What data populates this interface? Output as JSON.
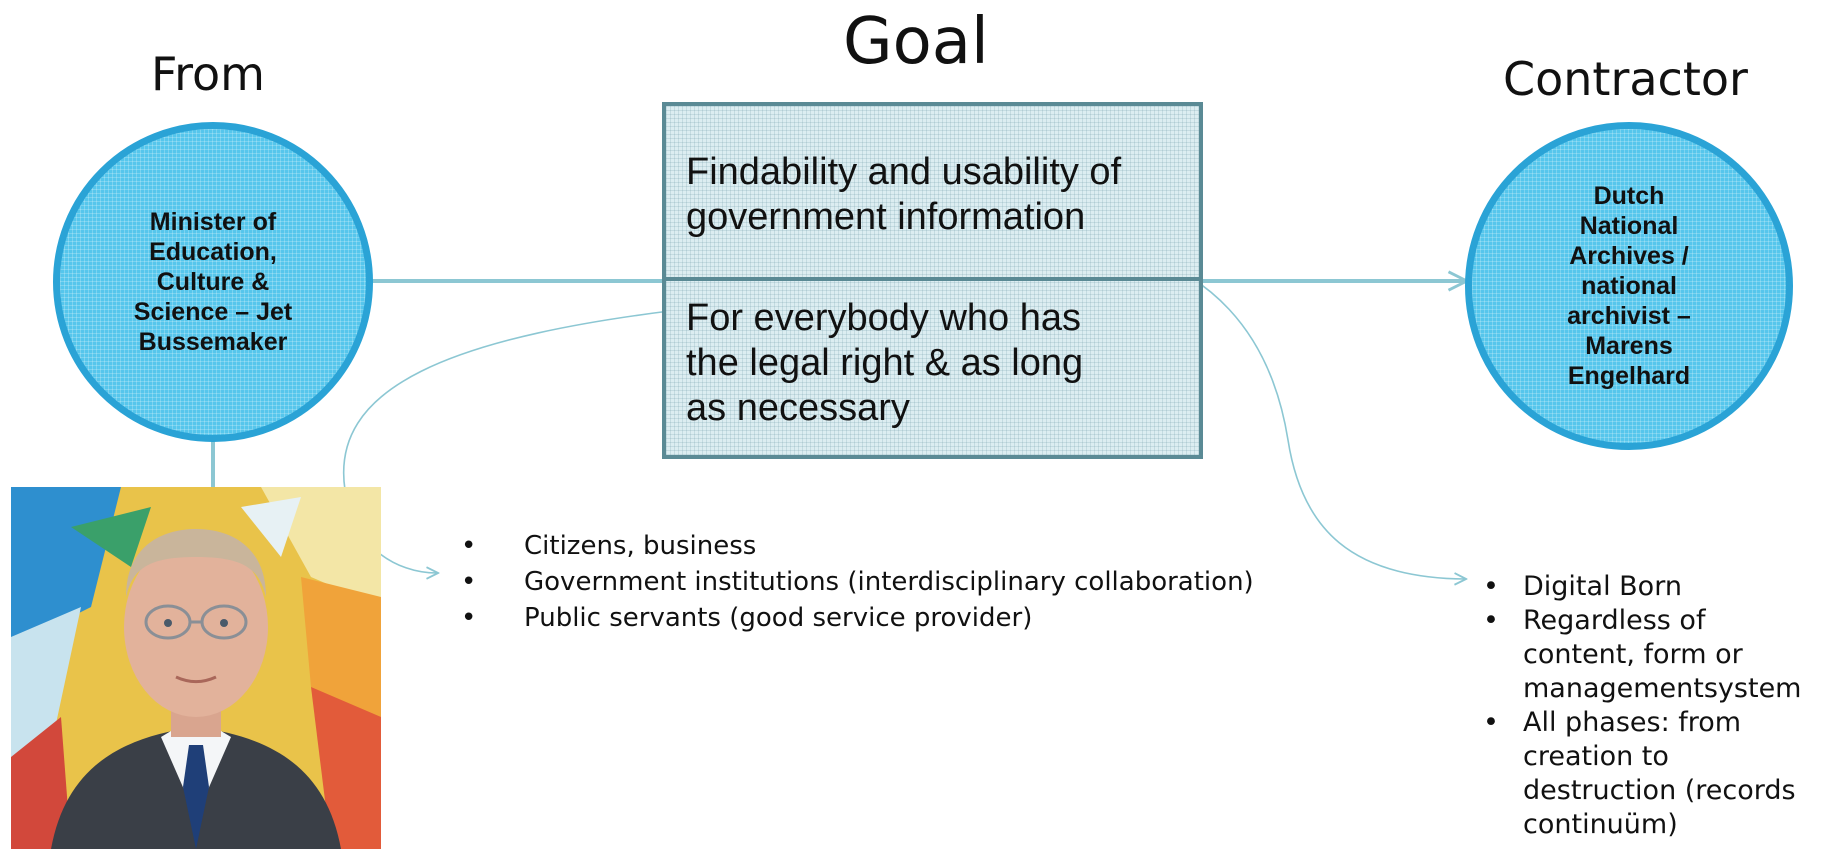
{
  "headings": {
    "goal": "Goal",
    "from": "From",
    "contractor": "Contractor"
  },
  "from_node": {
    "line1": "Minister of",
    "line2": "Education,",
    "line3": "Culture &",
    "line4": "Science – Jet",
    "line5": "Bussemaker"
  },
  "contractor_node": {
    "line1": "Dutch",
    "line2": "National",
    "line3": "Archives /",
    "line4": "national",
    "line5": "archivist –",
    "line6": "Marens",
    "line7": "Engelhard"
  },
  "goal_box": {
    "top_line1": "Findability and usability of",
    "top_line2": "government information",
    "bottom_line1": "For everybody who has",
    "bottom_line2": "the legal right & as long",
    "bottom_line3": "as necessary"
  },
  "audience_list": {
    "bullet": "•",
    "items": [
      "Citizens, business",
      "Government institutions (interdisciplinary collaboration)",
      "Public servants (good service provider)"
    ]
  },
  "scope_list": {
    "bullet": "•",
    "item1_line1": "Digital Born",
    "item2_line1": "Regardless of",
    "item2_line2": "content, form or",
    "item2_line3": "managementsystem",
    "item3_line1": "All phases: from",
    "item3_line2": "creation to",
    "item3_line3": "destruction (records",
    "item3_line4": "continuüm)"
  },
  "colors": {
    "circle_fill": "#56c6ec",
    "circle_border": "#2aa3d6",
    "connector": "#8cc7d3",
    "goal_box_fill": "#dcedf1",
    "goal_box_border": "#5a8a95"
  },
  "photo": {
    "icon": "portrait-photo"
  }
}
